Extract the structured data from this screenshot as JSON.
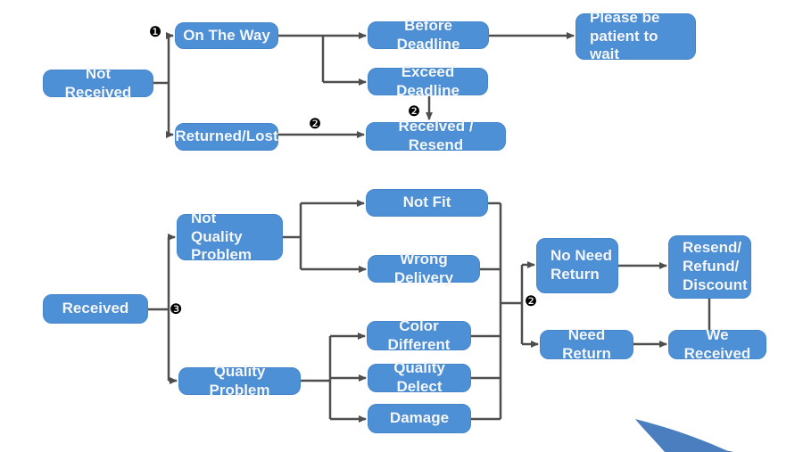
{
  "flowchart": {
    "nodes": {
      "not_received": {
        "label": "Not Received"
      },
      "on_the_way": {
        "label": "On The Way"
      },
      "returned_lost": {
        "label": "Returned/Lost"
      },
      "before_deadline": {
        "label": "Before Deadline"
      },
      "exceed_deadline": {
        "label": "Exceed Deadline"
      },
      "please_wait": {
        "label": "Please be\npatient to wait"
      },
      "received_resend": {
        "label": "Recelved / Resend"
      },
      "received": {
        "label": "Received"
      },
      "not_quality_problem": {
        "label": "Not Quality\nProblem"
      },
      "quality_problem": {
        "label": "Quality Problem"
      },
      "not_fit": {
        "label": "Not Fit"
      },
      "wrong_delivery": {
        "label": "Wrong Delivery"
      },
      "color_different": {
        "label": "Color Different"
      },
      "quality_delect": {
        "label": "Quality Delect"
      },
      "damage": {
        "label": "Damage"
      },
      "no_need_return": {
        "label": "No Need\nReturn"
      },
      "need_return": {
        "label": "Need Return"
      },
      "resend_refund_discount": {
        "label": "Resend/\nRefund/\nDiscount"
      },
      "we_received": {
        "label": "We Received"
      }
    },
    "markers": {
      "step1": "❶",
      "step2": "❷",
      "step3": "❸"
    },
    "colors": {
      "node_fill": "#4E90D6",
      "node_text": "#F4F8FC",
      "connector": "#4E4E4E",
      "marker": "#000000",
      "swoosh_blue": "#4A7EBE",
      "swoosh_navy": "#2A4A7D"
    }
  }
}
